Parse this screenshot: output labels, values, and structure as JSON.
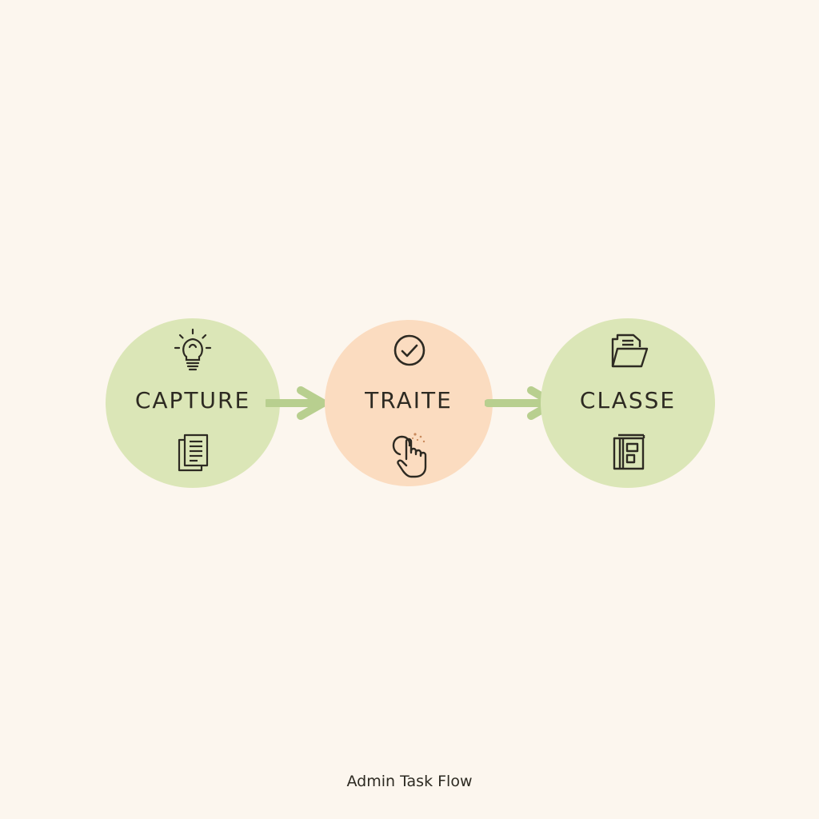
{
  "steps": [
    {
      "label": "CAPTURE",
      "color": "#dbe6b7",
      "top_icon": "lightbulb-icon",
      "bottom_icon": "document-stack-icon"
    },
    {
      "label": "TRAITE",
      "color": "#fbdcc0",
      "top_icon": "check-circle-icon",
      "bottom_icon": "hand-pointer-icon"
    },
    {
      "label": "CLASSE",
      "color": "#dbe6b7",
      "top_icon": "folder-icon",
      "bottom_icon": "binder-icon"
    }
  ],
  "arrow_color": "#b8cf8f",
  "icon_color": "#2d2a22",
  "caption": "Admin Task Flow"
}
